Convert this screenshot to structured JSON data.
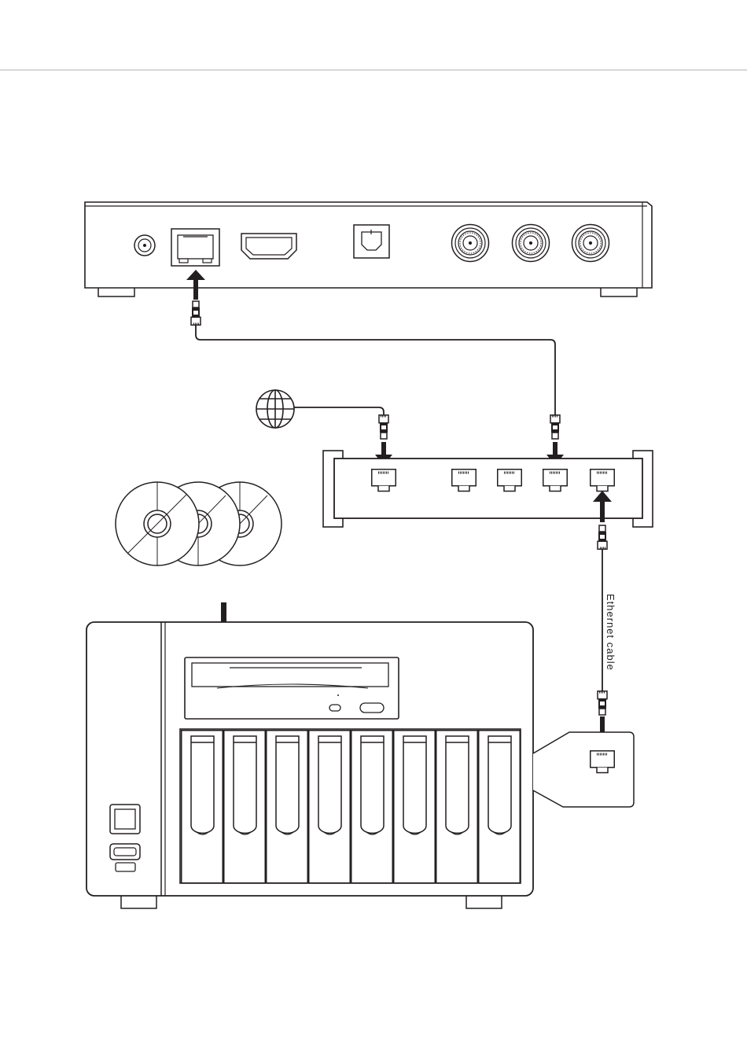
{
  "labels": {
    "cable": "Ethernet cable"
  },
  "devices": {
    "top_device": "set-top-box",
    "network_device": "network-switch",
    "storage_device": "nas-with-optical-drive",
    "internet": "globe-icon",
    "media": "discs-icon"
  },
  "colors": {
    "stroke": "#231f20",
    "fill": "#ffffff",
    "rule": "#bfbfbf"
  }
}
